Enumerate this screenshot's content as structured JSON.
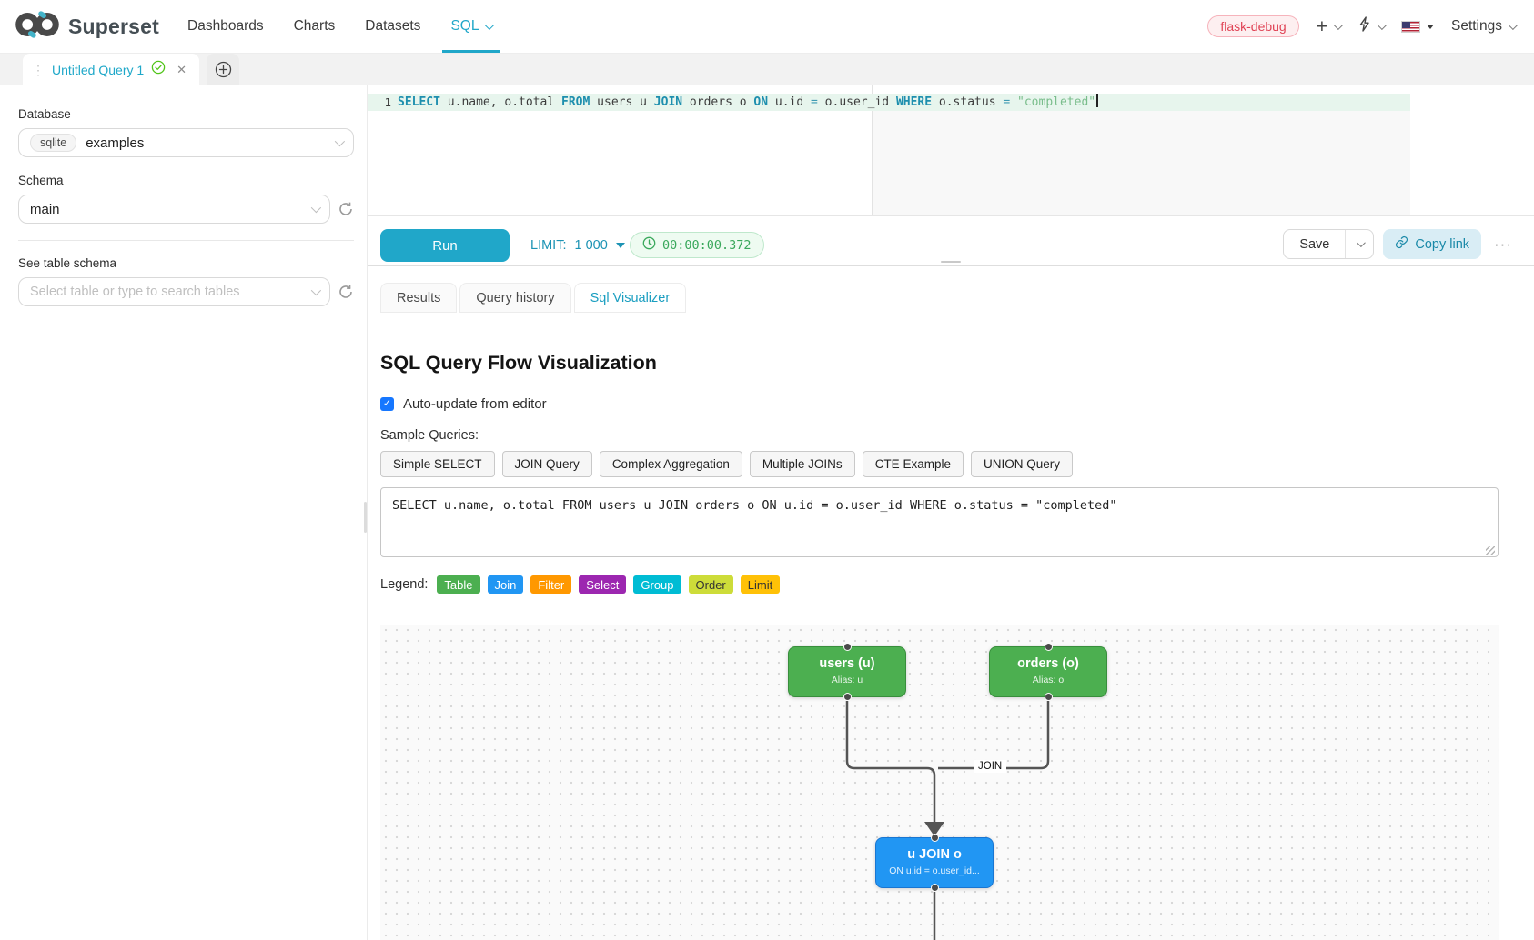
{
  "header": {
    "brand": "Superset",
    "nav_items": [
      "Dashboards",
      "Charts",
      "Datasets",
      "SQL"
    ],
    "active_nav": "SQL",
    "env_badge": "flask-debug",
    "settings_label": "Settings"
  },
  "query_tab": {
    "title": "Untitled Query 1"
  },
  "sidebar": {
    "database_label": "Database",
    "database_type": "sqlite",
    "database_name": "examples",
    "schema_label": "Schema",
    "schema_value": "main",
    "table_label": "See table schema",
    "table_placeholder": "Select table or type to search tables"
  },
  "editor": {
    "line_number": "1",
    "tokens": [
      [
        "kw",
        "SELECT"
      ],
      [
        "pl",
        " u.name, o.total "
      ],
      [
        "kw",
        "FROM"
      ],
      [
        "pl",
        " users u "
      ],
      [
        "kw",
        "JOIN"
      ],
      [
        "pl",
        " orders o "
      ],
      [
        "kw",
        "ON"
      ],
      [
        "pl",
        " u.id "
      ],
      [
        "op",
        "="
      ],
      [
        "pl",
        " o.user_id "
      ],
      [
        "kw",
        "WHERE"
      ],
      [
        "pl",
        " o.status "
      ],
      [
        "op",
        "="
      ],
      [
        "pl",
        " "
      ],
      [
        "str",
        "\"completed\""
      ]
    ]
  },
  "toolbar": {
    "run_label": "Run",
    "limit_label": "LIMIT:",
    "limit_value": "1 000",
    "elapsed": "00:00:00.372",
    "save_label": "Save",
    "copy_link_label": "Copy link",
    "more_label": "···"
  },
  "result_tabs": {
    "items": [
      "Results",
      "Query history",
      "Sql Visualizer"
    ],
    "active": "Sql Visualizer"
  },
  "visualizer": {
    "title": "SQL Query Flow Visualization",
    "auto_update_label": "Auto-update from editor",
    "auto_update_checked": true,
    "check_glyph": "✓",
    "sample_queries_label": "Sample Queries:",
    "sample_queries": [
      "Simple SELECT",
      "JOIN Query",
      "Complex Aggregation",
      "Multiple JOINs",
      "CTE Example",
      "UNION Query"
    ],
    "query_text": "SELECT u.name, o.total FROM users u JOIN orders o ON u.id = o.user_id WHERE o.status = \"completed\"",
    "legend_label": "Legend:",
    "legend": [
      {
        "label": "Table",
        "color": "#4CAF50",
        "text_color": "#ffffff"
      },
      {
        "label": "Join",
        "color": "#2196F3",
        "text_color": "#ffffff"
      },
      {
        "label": "Filter",
        "color": "#FF9800",
        "text_color": "#ffffff"
      },
      {
        "label": "Select",
        "color": "#9C27B0",
        "text_color": "#ffffff"
      },
      {
        "label": "Group",
        "color": "#00BCD4",
        "text_color": "#ffffff"
      },
      {
        "label": "Order",
        "color": "#CDDC39",
        "text_color": "#333333"
      },
      {
        "label": "Limit",
        "color": "#FFC107",
        "text_color": "#333333"
      }
    ],
    "flow": {
      "nodes": [
        {
          "id": "users",
          "title": "users (u)",
          "subtitle": "Alias: u",
          "color": "#4CAF50",
          "border": "#388E3C"
        },
        {
          "id": "orders",
          "title": "orders (o)",
          "subtitle": "Alias: o",
          "color": "#4CAF50",
          "border": "#388E3C"
        },
        {
          "id": "join",
          "title": "u JOIN o",
          "subtitle": "ON u.id = o.user_id...",
          "color": "#2196F3",
          "border": "#1976D2"
        }
      ],
      "edge_label": "JOIN"
    }
  }
}
